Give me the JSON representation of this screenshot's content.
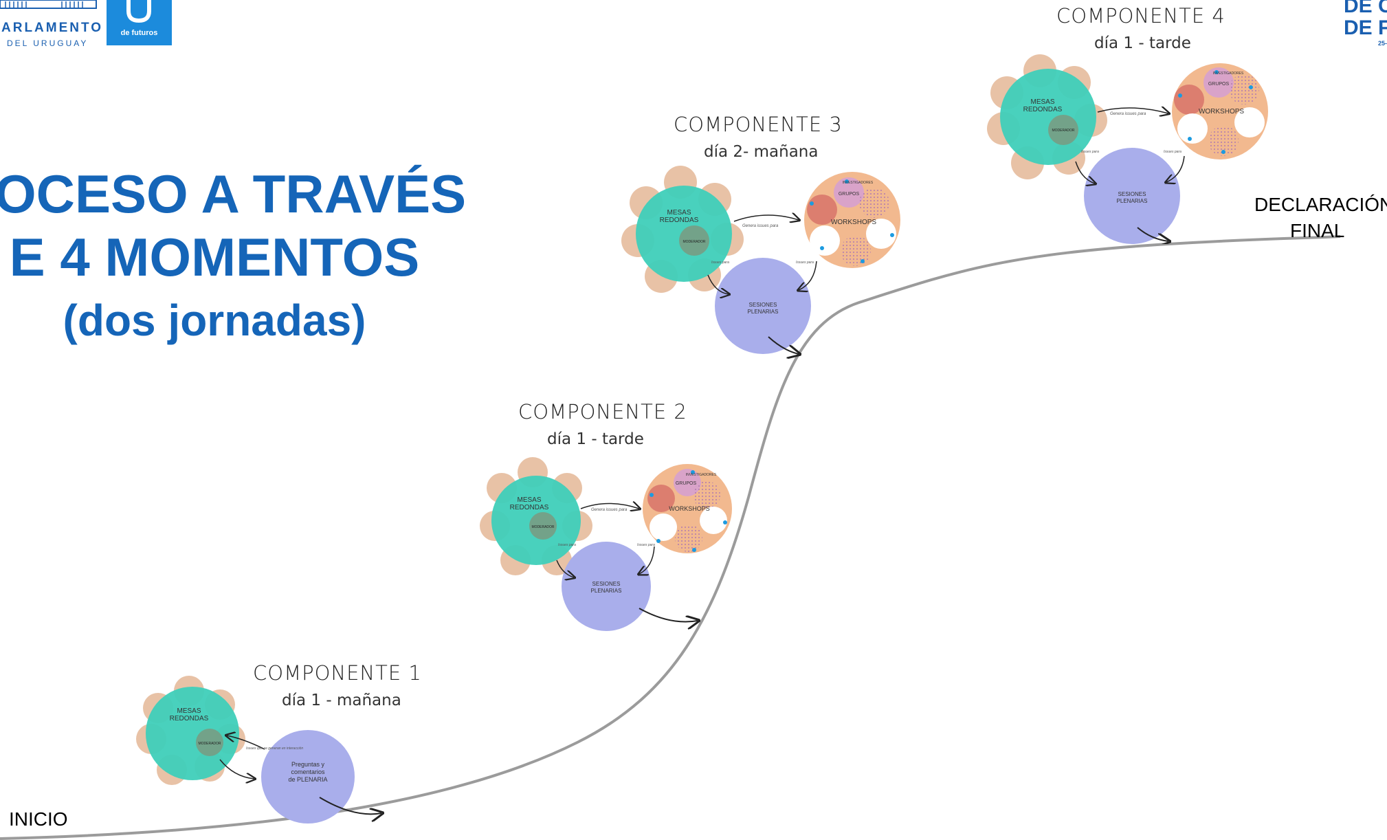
{
  "header": {
    "parliament_logo_line1": "ARLAMENTO",
    "parliament_logo_line2": "DEL URUGUAY",
    "futures_logo_text": "de futuros",
    "right_logo_line1": "DE C",
    "right_logo_line2": "DE F",
    "right_logo_line3": "25-"
  },
  "title": {
    "line1": "OCESO A TRAVÉS",
    "line2": "E 4 MOMENTOS",
    "line3": "(dos jornadas)"
  },
  "colors": {
    "title_blue": "#1565b8",
    "mesas_teal": "#3fcfb9",
    "peach": "#e8c2a6",
    "plenaria_lavender": "#a9aeeb",
    "workshop_orange": "#f2b98f",
    "curve_gray": "#9b9b9b"
  },
  "labels": {
    "inicio": "INICIO",
    "declaracion_line1": "DECLARACIÓN",
    "declaracion_line2": "FINAL"
  },
  "components": [
    {
      "title": "COMPONENTE  1",
      "subtitle": "día 1 - mañana",
      "mesas": "MESAS REDONDAS",
      "moderador": "MODERADOR",
      "plenaria": "Preguntas y comentarios de PLENARIA",
      "arrow_note": "Issues que se generan en interacción"
    },
    {
      "title": "COMPONENTE  2",
      "subtitle": "día 1 - tarde",
      "mesas": "MESAS REDONDAS",
      "moderador": "MODERADOR",
      "grupos": "GRUPOS",
      "investigadores": "INVESTIGADORES",
      "workshops": "WORKSHOPS",
      "plenaria": "SESIONES PLENARIAS",
      "arrow_note_top": "Genera issues para",
      "arrow_note_left": "Issues para",
      "arrow_note_right": "Issues para"
    },
    {
      "title": "COMPONENTE  3",
      "subtitle": "día 2- mañana",
      "mesas": "MESAS REDONDAS",
      "moderador": "MODERADOR",
      "grupos": "GRUPOS",
      "investigadores": "INVESTIGADORES",
      "workshops": "WORKSHOPS",
      "plenaria": "SESIONES PLENARIAS",
      "arrow_note_top": "Genera issues para",
      "arrow_note_left": "Issues para",
      "arrow_note_right": "Issues para"
    },
    {
      "title": "COMPONENTE  4",
      "subtitle": "día 1 -  tarde",
      "mesas": "MESAS REDONDAS",
      "moderador": "MODERADOR",
      "grupos": "GRUPOS",
      "investigadores": "INVESTIGADORES",
      "workshops": "WORKSHOPS",
      "plenaria": "SESIONES PLENARIAS",
      "arrow_note_top": "Genera issues para",
      "arrow_note_left": "Issues para",
      "arrow_note_right": "Issues para"
    }
  ]
}
